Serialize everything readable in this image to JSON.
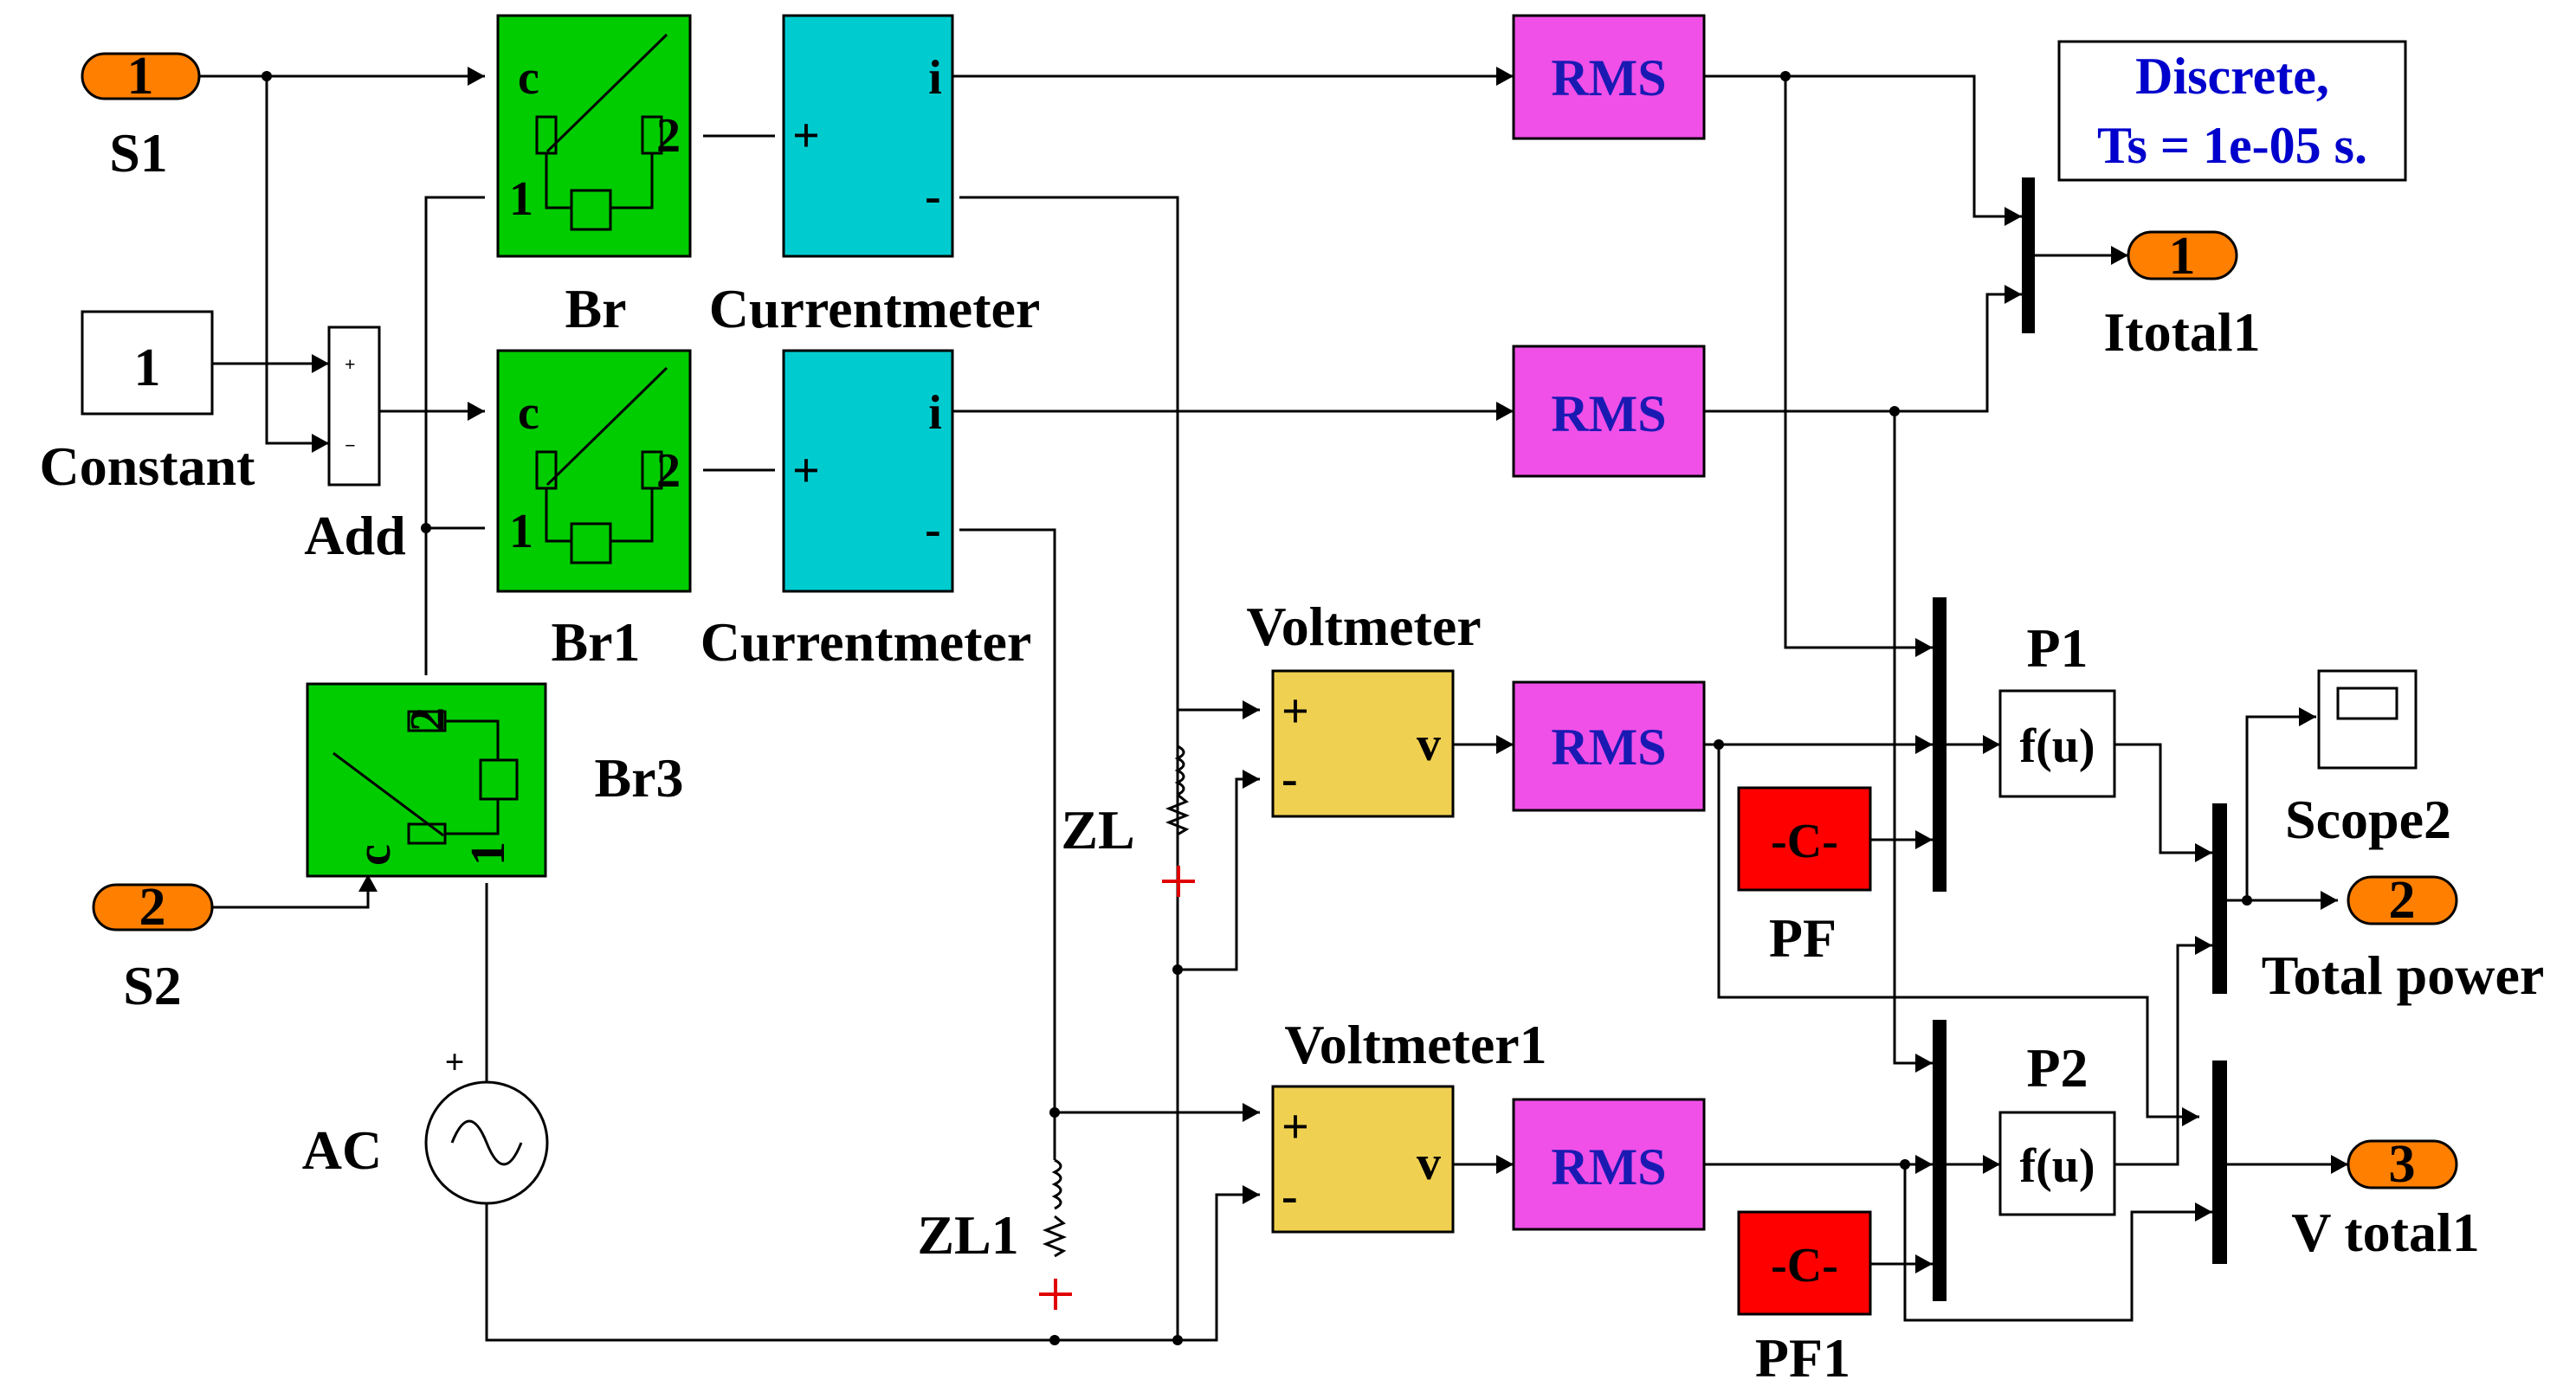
{
  "colors": {
    "inport": "#ff7f00",
    "breaker": "#00cc00",
    "currentmeter": "#00ccd0",
    "rms": "#f050e8",
    "voltmeter": "#f0d050",
    "constant_pf": "#ff0000",
    "discrete_text": "#0000cc"
  },
  "powergui": {
    "line1": "Discrete,",
    "line2": "Ts = 1e-05 s."
  },
  "ports": {
    "in_s1": {
      "number": "1",
      "label": "S1"
    },
    "in_s2": {
      "number": "2",
      "label": "S2"
    },
    "out_itotal": {
      "number": "1",
      "label": "Itotal1"
    },
    "out_power": {
      "number": "2",
      "label": "Total power"
    },
    "out_vtotal": {
      "number": "3",
      "label": "V total1"
    }
  },
  "blocks": {
    "constant": {
      "value": "1",
      "label": "Constant"
    },
    "add": {
      "label": "Add",
      "plus": "+",
      "minus": "−"
    },
    "br": {
      "label": "Br",
      "port_c": "c",
      "port_1": "1",
      "port_2": "2"
    },
    "br1": {
      "label": "Br1",
      "port_c": "c",
      "port_1": "1",
      "port_2": "2"
    },
    "br3": {
      "label": "Br3",
      "port_c": "c",
      "port_1": "1",
      "port_2": "2"
    },
    "cm1": {
      "label": "Currentmeter",
      "port_i": "i",
      "port_plus": "+",
      "port_minus": "-"
    },
    "cm2": {
      "label": "Currentmeter",
      "port_i": "i",
      "port_plus": "+",
      "port_minus": "-"
    },
    "rms1": {
      "text": "RMS"
    },
    "rms2": {
      "text": "RMS"
    },
    "rms3": {
      "text": "RMS"
    },
    "rms4": {
      "text": "RMS"
    },
    "vm1": {
      "label": "Voltmeter",
      "port_v": "v",
      "port_plus": "+",
      "port_minus": "-"
    },
    "vm2": {
      "label": "Voltmeter1",
      "port_v": "v",
      "port_plus": "+",
      "port_minus": "-"
    },
    "p1": {
      "label": "P1",
      "expr": "f(u)"
    },
    "p2": {
      "label": "P2",
      "expr": "f(u)"
    },
    "pf": {
      "label": "PF",
      "value": "-C-"
    },
    "pf1": {
      "label": "PF1",
      "value": "-C-"
    },
    "scope": {
      "label": "Scope2"
    },
    "ac": {
      "label": "AC",
      "plus": "+"
    },
    "zl": {
      "label": "ZL"
    },
    "zl1": {
      "label": "ZL1"
    }
  }
}
